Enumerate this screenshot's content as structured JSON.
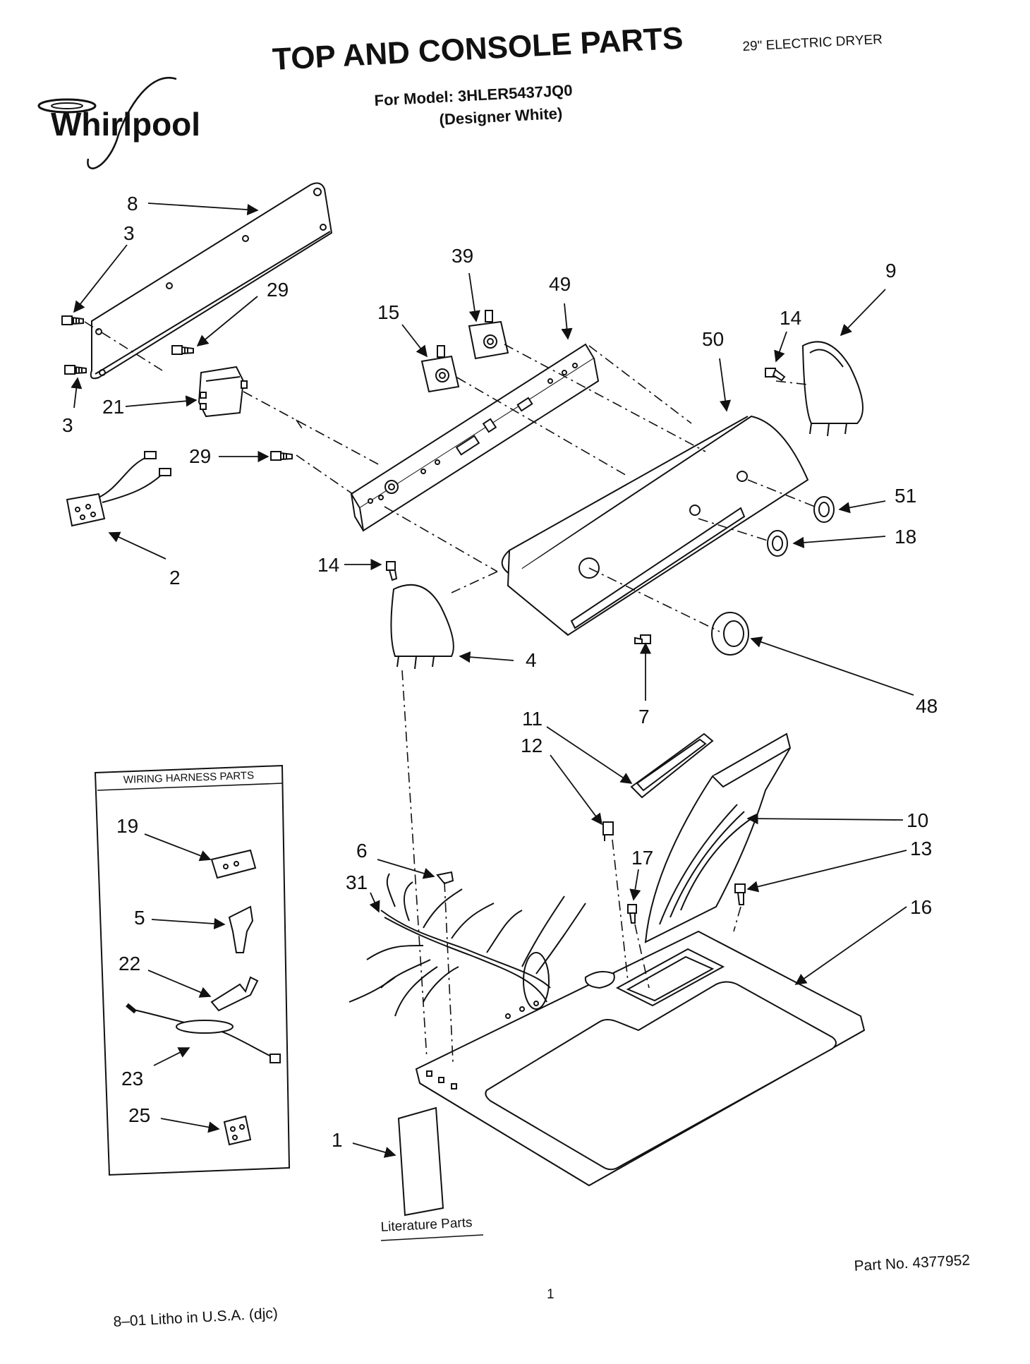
{
  "header": {
    "brand": "Whirlpool",
    "title": "TOP AND CONSOLE PARTS",
    "model_line": "For Model: 3HLER5437JQ0",
    "variant_line": "(Designer White)",
    "product": "29\" ELECTRIC DRYER"
  },
  "callouts": [
    "8",
    "3",
    "29",
    "3",
    "21",
    "29",
    "2",
    "39",
    "15",
    "49",
    "9",
    "14",
    "50",
    "51",
    "18",
    "14",
    "4",
    "7",
    "48",
    "11",
    "12",
    "10",
    "13",
    "17",
    "16",
    "6",
    "31",
    "1"
  ],
  "harness_box": {
    "title": "WIRING HARNESS PARTS",
    "callouts": [
      "19",
      "5",
      "22",
      "23",
      "25"
    ]
  },
  "literature_label": "Literature Parts",
  "footer": {
    "part_no": "Part No. 4377952",
    "page": "1",
    "litho": "8–01 Litho in U.S.A. (djc)"
  }
}
